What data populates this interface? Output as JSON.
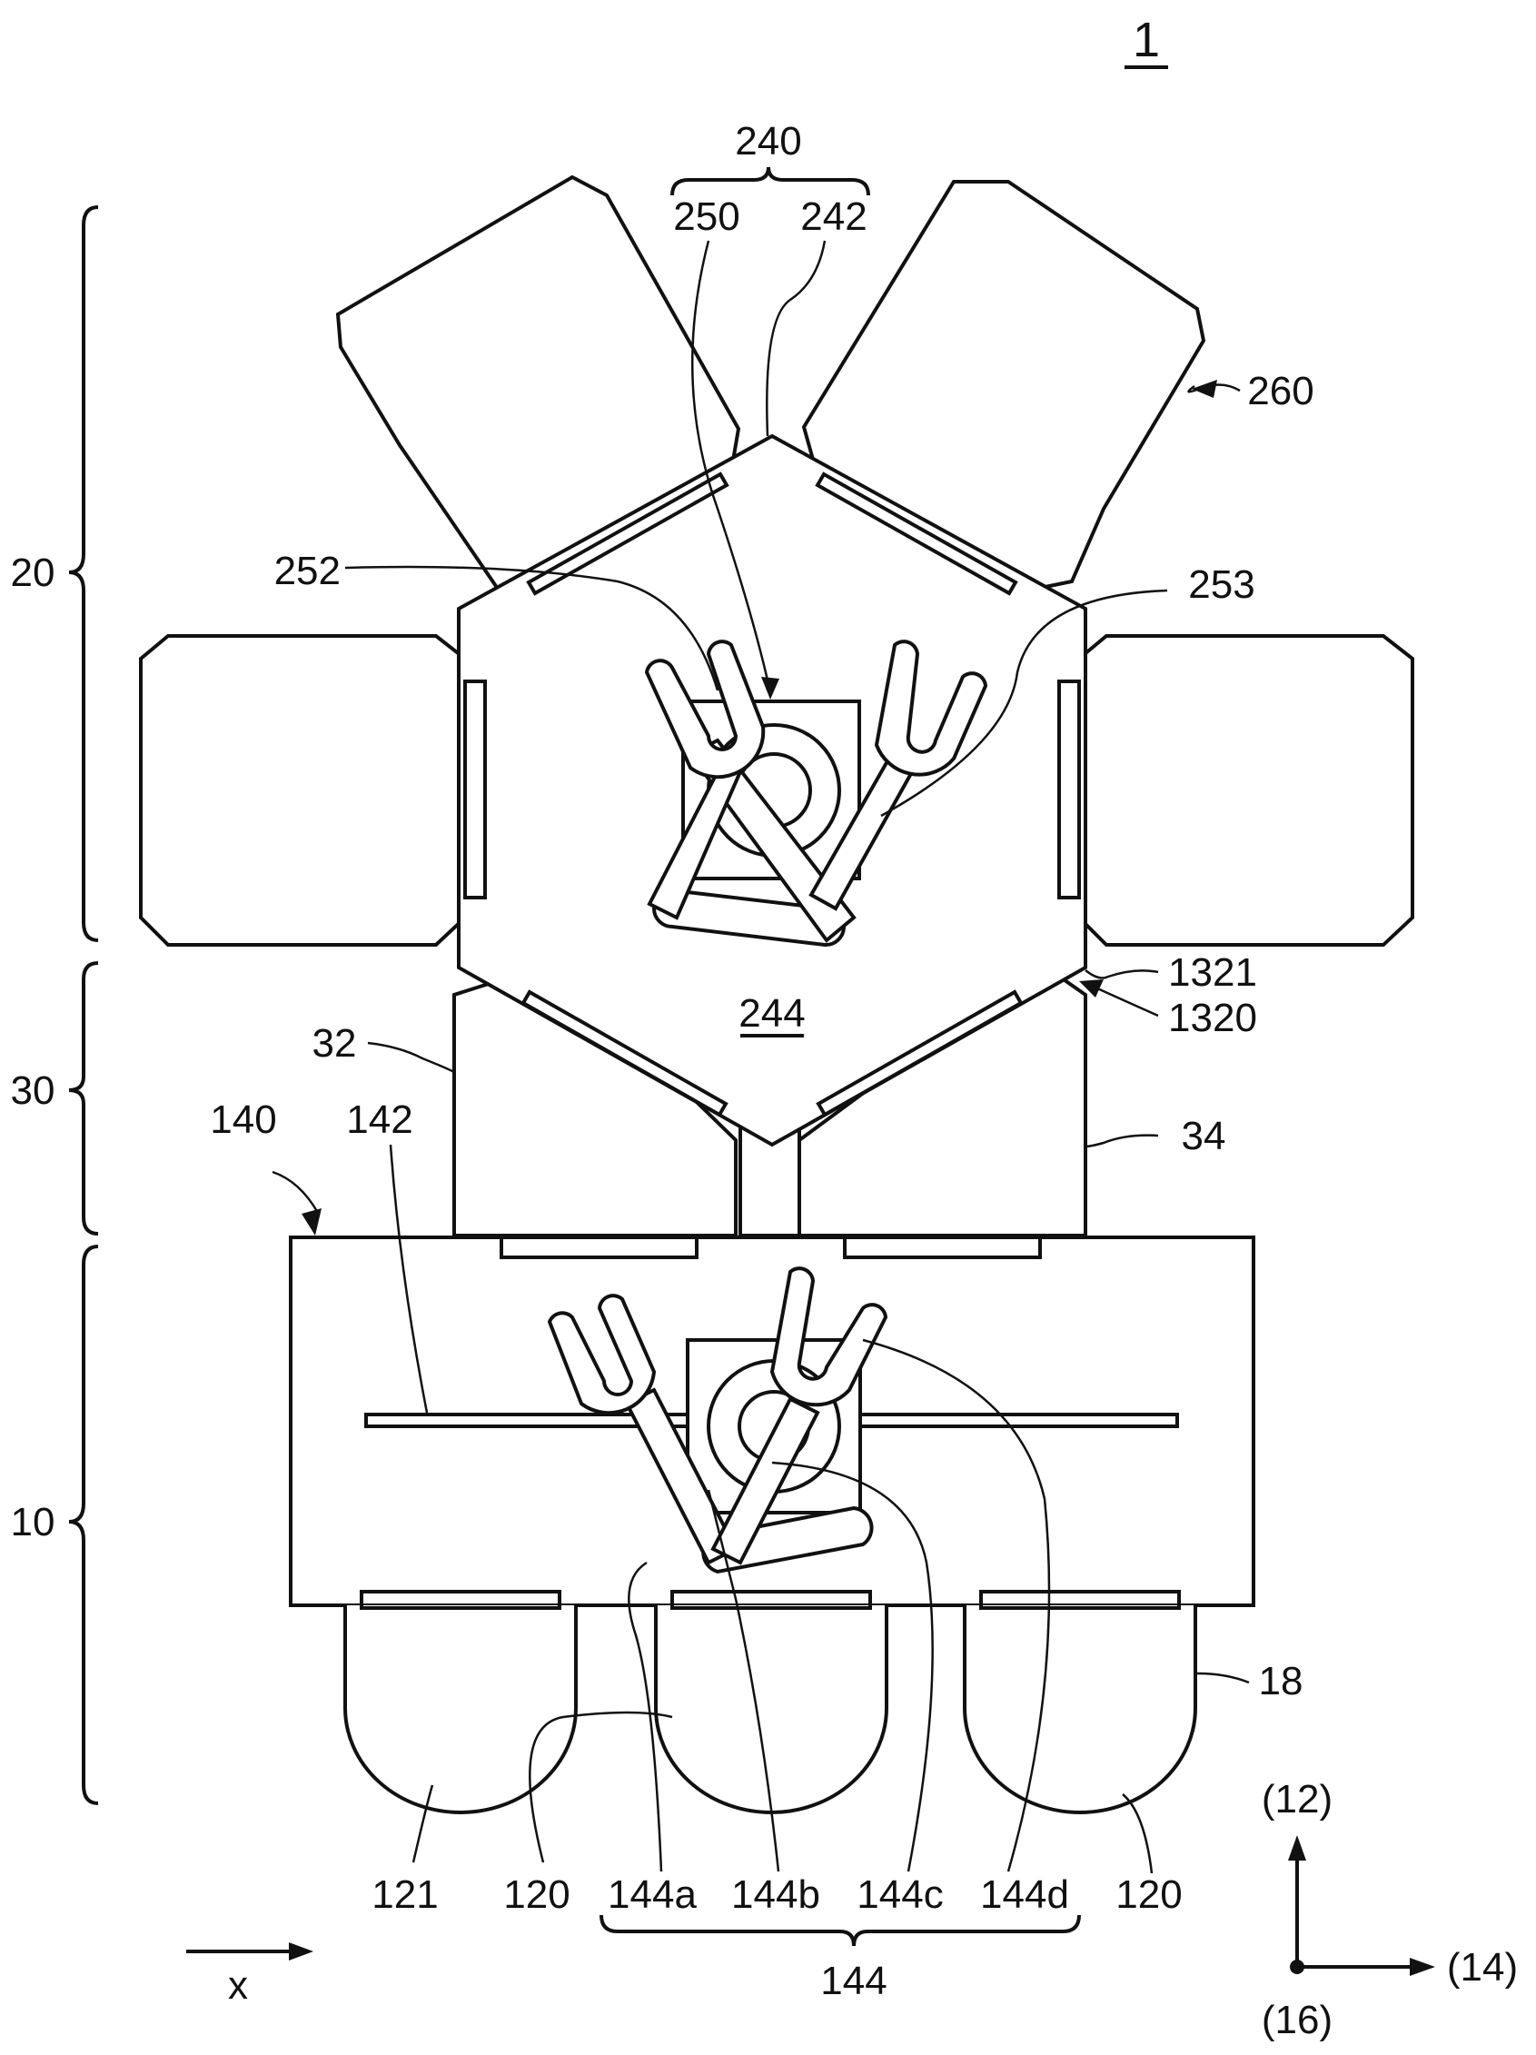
{
  "figure": {
    "number": "1"
  },
  "labels": {
    "l240": "240",
    "l250": "250",
    "l242": "242",
    "l260": "260",
    "l252": "252",
    "l253": "253",
    "l20": "20",
    "l244": "244",
    "l1321": "1321",
    "l1320": "1320",
    "l30": "30",
    "l32": "32",
    "l34": "34",
    "l140": "140",
    "l142": "142",
    "l10": "10",
    "l18": "18",
    "l121": "121",
    "l120a": "120",
    "l144a": "144a",
    "l144b": "144b",
    "l144c": "144c",
    "l144d": "144d",
    "l120b": "120",
    "l144": "144",
    "lx": "x"
  },
  "axes": {
    "y": "(12)",
    "x": "(14)",
    "z": "(16)"
  }
}
